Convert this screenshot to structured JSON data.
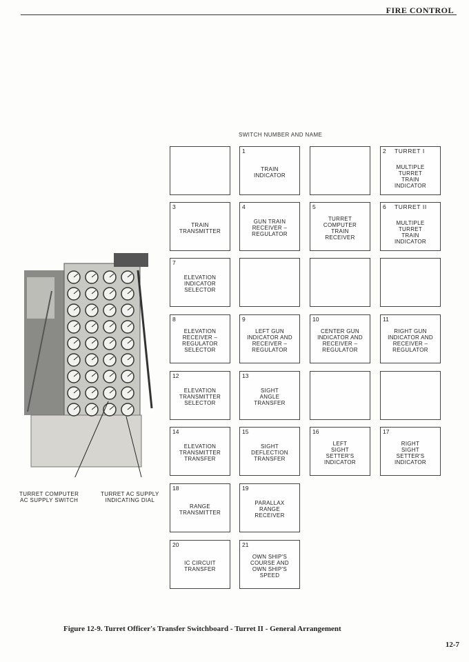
{
  "header": {
    "section": "FIRE CONTROL"
  },
  "grid": {
    "title": "SWITCH NUMBER AND NAME",
    "rows": [
      [
        {
          "num": "",
          "label": ""
        },
        {
          "num": "1",
          "label": "TRAIN\nINDICATOR"
        },
        {
          "num": "",
          "label": ""
        },
        {
          "num": "2",
          "sub": "TURRET I",
          "label": "MULTIPLE\nTURRET\nTRAIN\nINDICATOR"
        }
      ],
      [
        {
          "num": "3",
          "label": "TRAIN\nTRANSMITTER"
        },
        {
          "num": "4",
          "label": "GUN TRAIN\nRECEIVER –\nREGULATOR"
        },
        {
          "num": "5",
          "label": "TURRET\nCOMPUTER\nTRAIN\nRECEIVER"
        },
        {
          "num": "6",
          "sub": "TURRET II",
          "label": "MULTIPLE\nTURRET\nTRAIN\nINDICATOR"
        }
      ],
      [
        {
          "num": "7",
          "label": "ELEVATION\nINDICATOR\nSELECTOR"
        },
        {
          "num": "",
          "label": ""
        },
        {
          "num": "",
          "label": ""
        },
        {
          "num": "",
          "label": ""
        }
      ],
      [
        {
          "num": "8",
          "label": "ELEVATION\nRECEIVER –\nREGULATOR\nSELECTOR"
        },
        {
          "num": "9",
          "label": "LEFT GUN\nINDICATOR AND\nRECEIVER –\nREGULATOR"
        },
        {
          "num": "10",
          "label": "CENTER GUN\nINDICATOR AND\nRECEIVER –\nREGULATOR"
        },
        {
          "num": "11",
          "label": "RIGHT GUN\nINDICATOR AND\nRECEIVER –\nREGULATOR"
        }
      ],
      [
        {
          "num": "12",
          "label": "ELEVATION\nTRANSMITTER\nSELECTOR"
        },
        {
          "num": "13",
          "label": "SIGHT\nANGLE\nTRANSFER"
        },
        {
          "num": "",
          "label": ""
        },
        {
          "num": "",
          "label": ""
        }
      ],
      [
        {
          "num": "14",
          "label": "ELEVATION\nTRANSMITTER\nTRANSFER"
        },
        {
          "num": "15",
          "label": "SIGHT\nDEFLECTION\nTRANSFER"
        },
        {
          "num": "16",
          "label": "LEFT\nSIGHT\nSETTER'S\nINDICATOR"
        },
        {
          "num": "17",
          "label": "RIGHT\nSIGHT\nSETTER'S\nINDICATOR"
        }
      ],
      [
        {
          "num": "18",
          "label": "RANGE\nTRANSMITTER"
        },
        {
          "num": "19",
          "label": "PARALLAX\nRANGE\nRECEIVER"
        }
      ],
      [
        {
          "num": "20",
          "label": "IC CIRCUIT\nTRANSFER"
        },
        {
          "num": "21",
          "label": "OWN SHIP'S\nCOURSE AND\nOWN SHIP'S\nSPEED"
        }
      ]
    ]
  },
  "photo": {
    "callout_left": "TURRET COMPUTER\nAC SUPPLY SWITCH",
    "callout_right": "TURRET AC SUPPLY\nINDICATING DIAL"
  },
  "caption": "Figure 12-9.  Turret Officer's Transfer Switchboard - Turret II - General Arrangement",
  "page_number": "12-7"
}
